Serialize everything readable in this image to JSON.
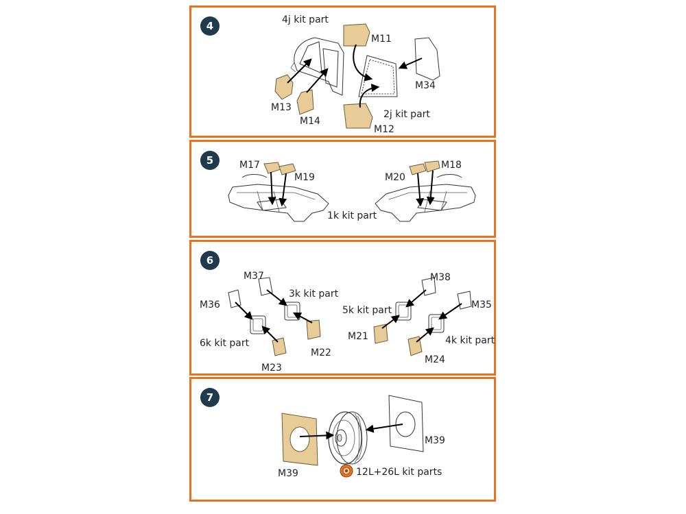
{
  "steps": [
    {
      "number": "4",
      "labels": {
        "kit_4j": "4j kit part",
        "m11": "M11",
        "m34": "M34",
        "m13": "M13",
        "m14": "M14",
        "kit_2j": "2j kit part",
        "m12": "M12"
      }
    },
    {
      "number": "5",
      "labels": {
        "m17": "M17",
        "m19": "M19",
        "m20": "M20",
        "m18": "M18",
        "kit_1k": "1k kit part"
      }
    },
    {
      "number": "6",
      "labels": {
        "m37": "M37",
        "kit_3k": "3k kit part",
        "m36": "M36",
        "kit_6k": "6k kit part",
        "m22": "M22",
        "m23": "M23",
        "m38": "M38",
        "kit_5k": "5k kit part",
        "m35": "M35",
        "m21": "M21",
        "kit_4k": "4k kit part",
        "m24": "M24"
      }
    },
    {
      "number": "7",
      "labels": {
        "m39_right": "M39",
        "m39_left": "M39",
        "kit_12l_26l": "12L+26L kit parts"
      }
    }
  ],
  "colors": {
    "frame": "#E8731E",
    "badge": "#1E3A4C",
    "mask_fill": "#E8CC97"
  }
}
